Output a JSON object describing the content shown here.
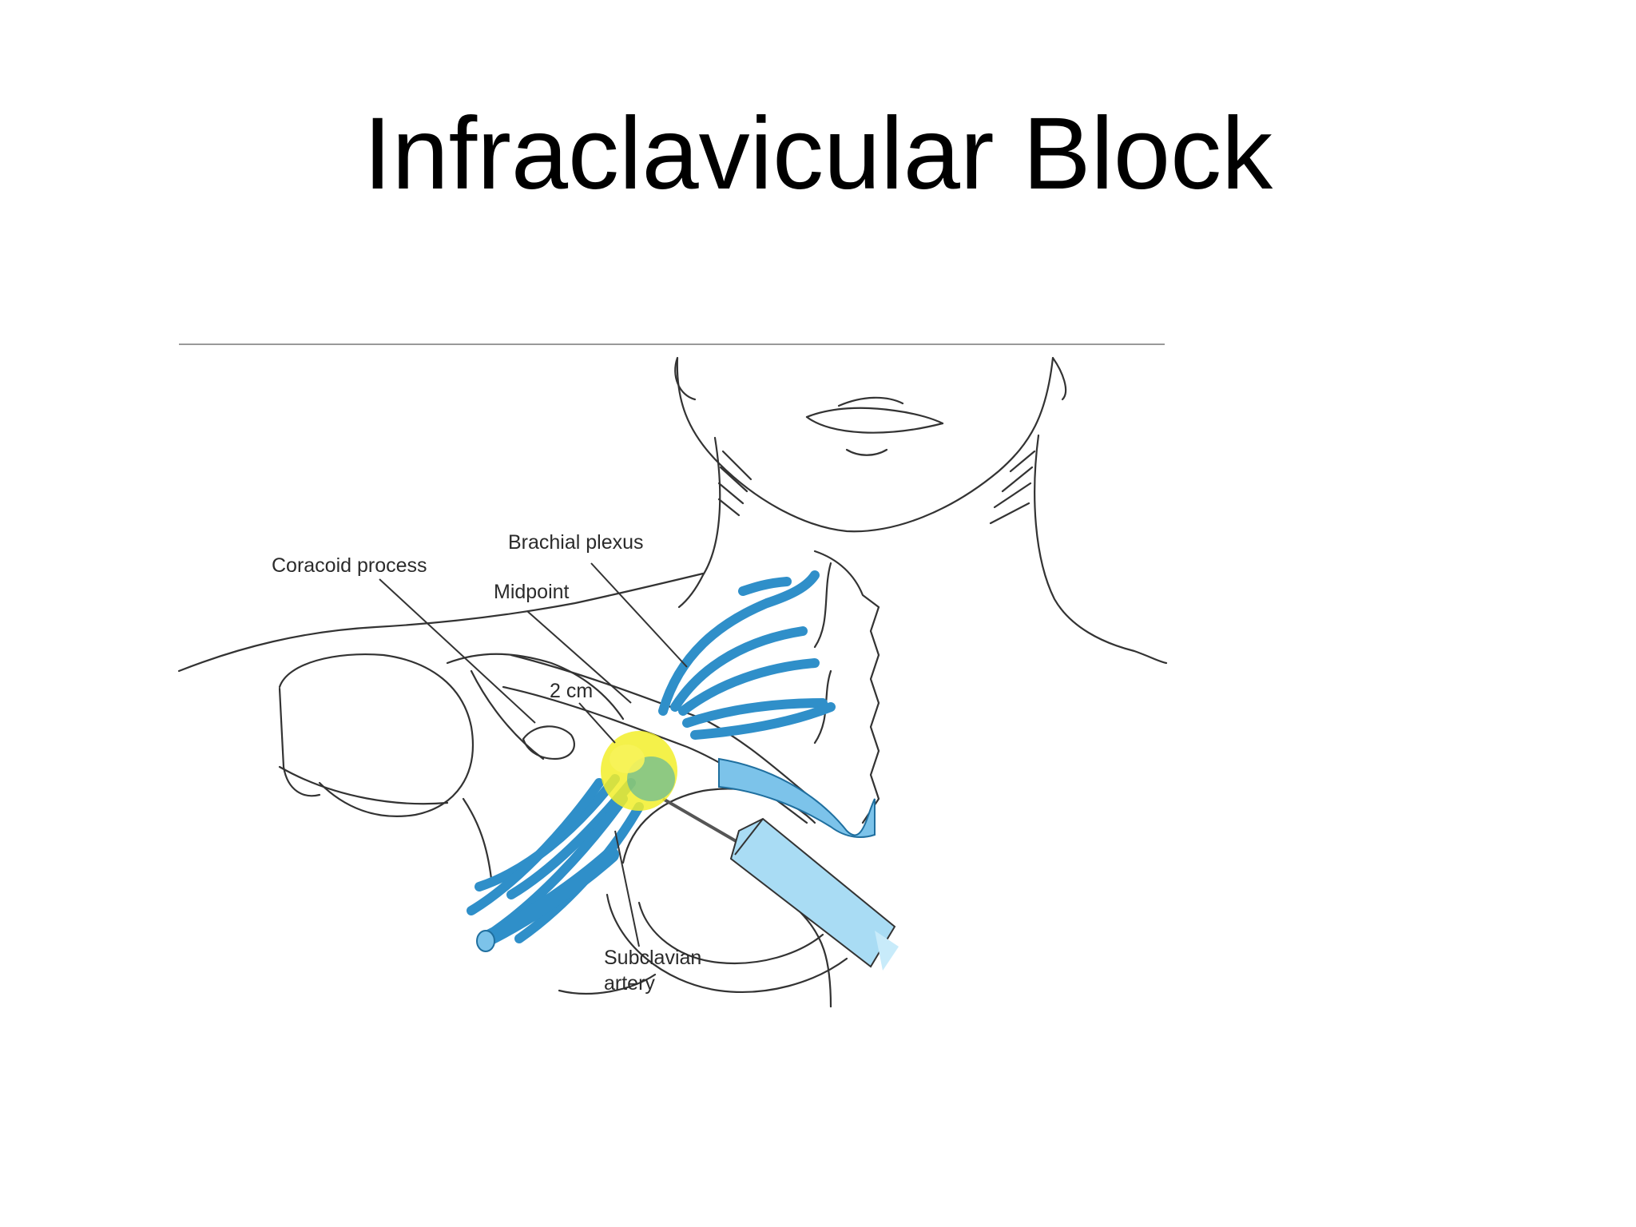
{
  "slide": {
    "title": "Infraclavicular Block"
  },
  "figure": {
    "labels": {
      "coracoid": "Coracoid process",
      "brachial": "Brachial plexus",
      "midpoint": "Midpoint",
      "distance": "2 cm",
      "subclavian_1": "Subclavian",
      "subclavian_2": "artery"
    },
    "colors": {
      "nerve": "#2f8fc9",
      "nerve_dark": "#1f6f9f",
      "artery": "#7cc3ea",
      "syringe": "#a9dcf4",
      "injectate": "#f2ef2a",
      "line": "#333333"
    },
    "icons": [
      "anatomy-outline",
      "needle-syringe-icon",
      "injectate-spread-icon"
    ]
  }
}
